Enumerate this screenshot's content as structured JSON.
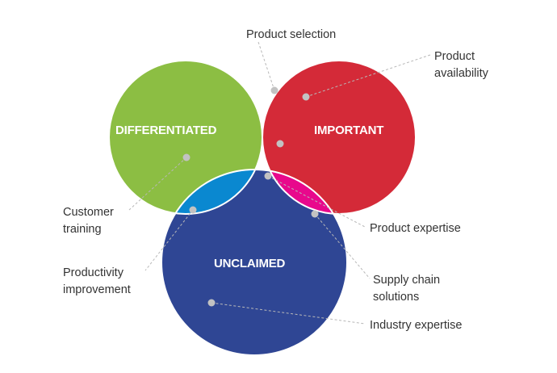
{
  "circles": {
    "differentiated": {
      "label": "DIFFERENTIATED",
      "color": "#8cbe43"
    },
    "important": {
      "label": "IMPORTANT",
      "color": "#d42a38"
    },
    "unclaimed": {
      "label": "UNCLAIMED",
      "color": "#2f4694"
    }
  },
  "overlaps": {
    "differentiated_important": "#fdbb14",
    "differentiated_unclaimed": "#0a88d0",
    "important_unclaimed": "#e8088c",
    "center": "#ffffff"
  },
  "callouts": {
    "product_selection": [
      "Product selection"
    ],
    "product_availability": [
      "Product",
      "availability"
    ],
    "customer_training": [
      "Customer",
      "training"
    ],
    "product_expertise": [
      "Product expertise"
    ],
    "productivity_improvement": [
      "Productivity",
      "improvement"
    ],
    "supply_chain_solutions": [
      "Supply chain",
      "solutions"
    ],
    "industry_expertise": [
      "Industry expertise"
    ]
  }
}
